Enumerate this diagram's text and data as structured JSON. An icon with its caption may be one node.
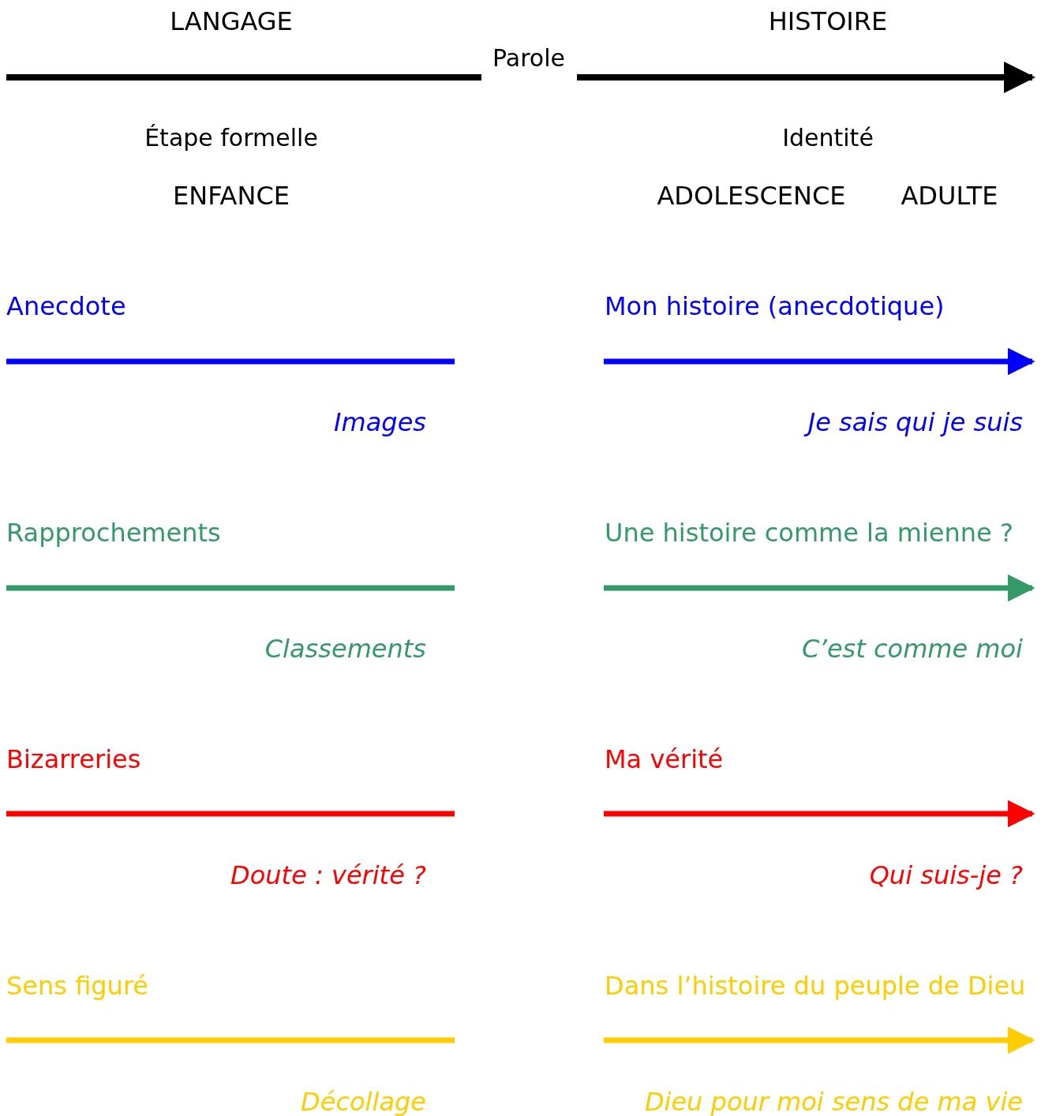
{
  "diagram": {
    "labels": [
      "LANGAGE",
      "HISTOIRE",
      "Parole",
      "Étape formelle",
      "Identité",
      "ENFANCE",
      "ADOLESCENCE",
      "ADULTE",
      "Anecdote",
      "Mon histoire (anecdotique)",
      "Images",
      "Je sais qui je suis",
      "Rapprochements",
      "Une histoire comme la mienne ?",
      "Classements",
      "C’est comme moi",
      "Bizarreries",
      "Ma vérité",
      "Doute : vérité ?",
      "Qui suis-je ?",
      "Sens figuré",
      "Dans l’histoire du peuple de Dieu",
      "Décollage",
      "Dieu pour moi sens de ma vie"
    ]
  }
}
